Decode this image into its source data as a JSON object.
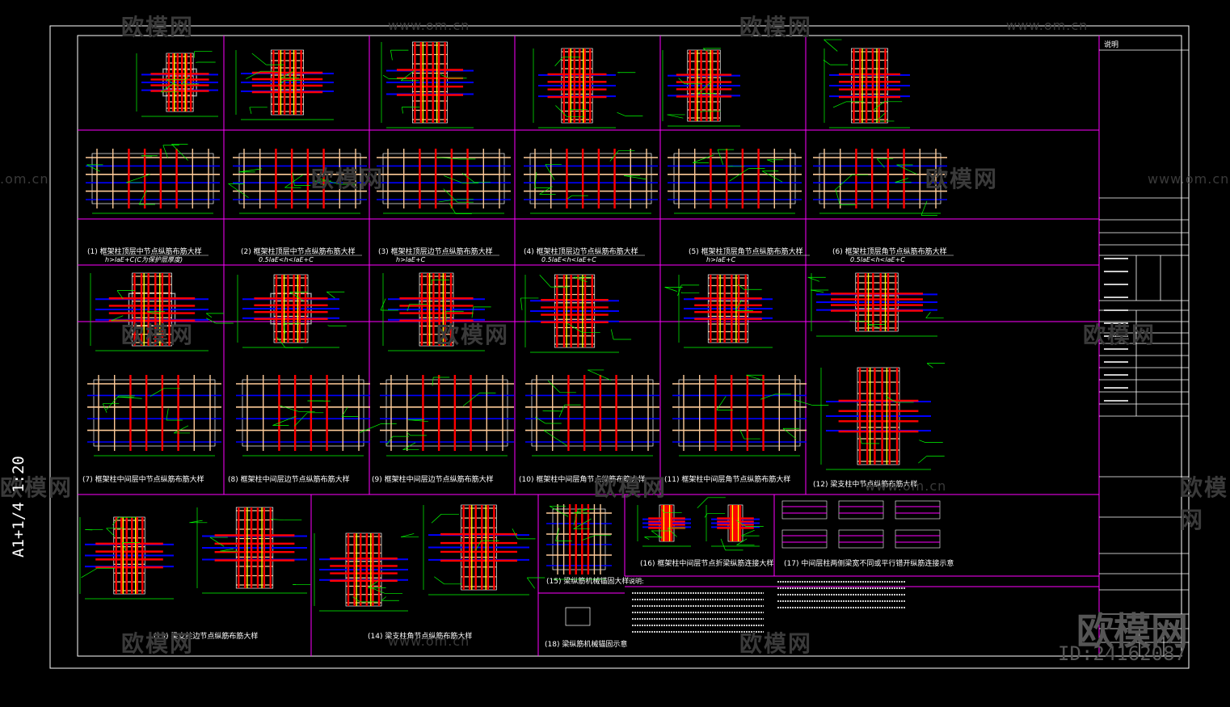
{
  "drawing": {
    "side_label": "A1+1/4 1:20",
    "title_block_header": "说明",
    "notes_heading": "说明:"
  },
  "watermark": {
    "logo_text": "欧模网",
    "url_text": "www.om.cn",
    "url_short": ".om.cn",
    "big_logo": "欧模网",
    "id_text": "ID:24162087"
  },
  "details": [
    {
      "num": "(1)",
      "title": "框架柱顶层中节点纵筋布筋大样",
      "sub": "h>laE+C(C为保护层厚度)"
    },
    {
      "num": "(2)",
      "title": "框架柱顶层中节点纵筋布筋大样",
      "sub": "0.5laE<h<laE+C"
    },
    {
      "num": "(3)",
      "title": "框架柱顶层边节点纵筋布筋大样",
      "sub": "h>laE+C"
    },
    {
      "num": "(4)",
      "title": "框架柱顶层边节点纵筋布筋大样",
      "sub": "0.5laE<h<laE+C"
    },
    {
      "num": "(5)",
      "title": "框架柱顶层角节点纵筋布筋大样",
      "sub": "h>laE+C"
    },
    {
      "num": "(6)",
      "title": "框架柱顶层角节点纵筋布筋大样",
      "sub": "0.5laE<h<laE+C"
    },
    {
      "num": "(7)",
      "title": "框架柱中间层中节点纵筋布筋大样",
      "sub": ""
    },
    {
      "num": "(8)",
      "title": "框架柱中间层边节点纵筋布筋大样",
      "sub": ""
    },
    {
      "num": "(9)",
      "title": "框架柱中间层边节点纵筋布筋大样",
      "sub": ""
    },
    {
      "num": "(10)",
      "title": "框架柱中间层角节点纵筋布筋大样",
      "sub": ""
    },
    {
      "num": "(11)",
      "title": "框架柱中间层角节点纵筋布筋大样",
      "sub": ""
    },
    {
      "num": "(12)",
      "title": "梁支柱中节点纵筋布筋大样",
      "sub": ""
    },
    {
      "num": "(13)",
      "title": "梁支柱边节点纵筋布筋大样",
      "sub": ""
    },
    {
      "num": "(14)",
      "title": "梁支柱角节点纵筋布筋大样",
      "sub": ""
    },
    {
      "num": "(15)",
      "title": "梁纵筋机械锚固大样",
      "sub": ""
    },
    {
      "num": "(16)",
      "title": "框架柱中间层节点折梁纵筋连接大样",
      "sub": ""
    },
    {
      "num": "(17)",
      "title": "中间层柱两侧梁宽不同或平行错开纵筋连接示意",
      "sub": ""
    },
    {
      "num": "(18)",
      "title": "梁纵筋机械锚固示意",
      "sub": ""
    }
  ],
  "colors": {
    "background": "#000000",
    "border": "#ffffff",
    "grid": "#ff00ff",
    "rebar_red": "#ff0000",
    "rebar_blue": "#0000ff",
    "rebar_yellow": "#ffff00",
    "rebar_tan": "#ffcc99",
    "dim_green": "#00ff00",
    "concrete_gray": "#9a9a9a"
  }
}
